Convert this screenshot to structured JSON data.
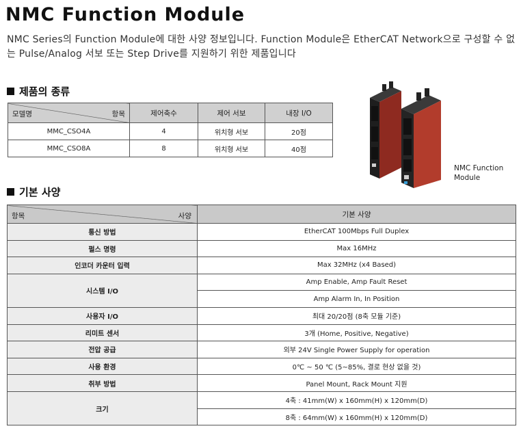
{
  "title": "NMC Function Module",
  "intro": "NMC Series의 Function Module에 대한 사양 정보입니다. Function Module은 EtherCAT Network으로 구성할 수 없는 Pulse/Analog 서보 또는 Step Drive를 지원하기 위한 제품입니다",
  "product_section": {
    "heading": "제품의 종류",
    "header_model": "모델명",
    "header_item": "항목",
    "columns": [
      "제어축수",
      "제어 서보",
      "내장 I/O"
    ],
    "rows": [
      {
        "model": "MMC_CSO4A",
        "axes": "4",
        "servo": "위치형 서보",
        "io": "20점"
      },
      {
        "model": "MMC_CSO8A",
        "axes": "8",
        "servo": "위치형 서보",
        "io": "40점"
      }
    ]
  },
  "image": {
    "caption_line1": "NMC Function",
    "caption_line2": "Module",
    "body_color": "#b23c2c",
    "front_color": "#2a2a2a"
  },
  "spec_section": {
    "heading": "기본 사양",
    "header_item": "항목",
    "header_spec_left": "사양",
    "header_value": "기본 사양",
    "rows": {
      "comm": {
        "item": "통신 방법",
        "value": "EtherCAT 100Mbps Full Duplex"
      },
      "pulse": {
        "item": "펄스 명령",
        "value": "Max 16MHz"
      },
      "encoder": {
        "item": "인코더 카운터 입력",
        "value": "Max 32MHz (x4 Based)"
      },
      "sysio": {
        "item": "시스템 I/O",
        "value1": "Amp Enable, Amp Fault Reset",
        "value2": "Amp Alarm In, In Position"
      },
      "userio": {
        "item": "사용자 I/O",
        "value": "최대 20/20점 (8축 모듈 기준)"
      },
      "limit": {
        "item": "리미트 센서",
        "value": "3개 (Home, Positive, Negative)"
      },
      "power": {
        "item": "전압 공급",
        "value": "외부 24V Single Power Supply for operation"
      },
      "env": {
        "item": "사용 환경",
        "value": "0℃ ~ 50 ℃ (5~85%, 결로 현상 없을 것)"
      },
      "mount": {
        "item": "취부 방법",
        "value": "Panel Mount, Rack Mount 지원"
      },
      "size": {
        "item": "크기",
        "value1": "4축 : 41mm(W) x 160mm(H) x 120mm(D)",
        "value2": "8축 : 64mm(W) x 160mm(H) x 120mm(D)"
      }
    }
  }
}
